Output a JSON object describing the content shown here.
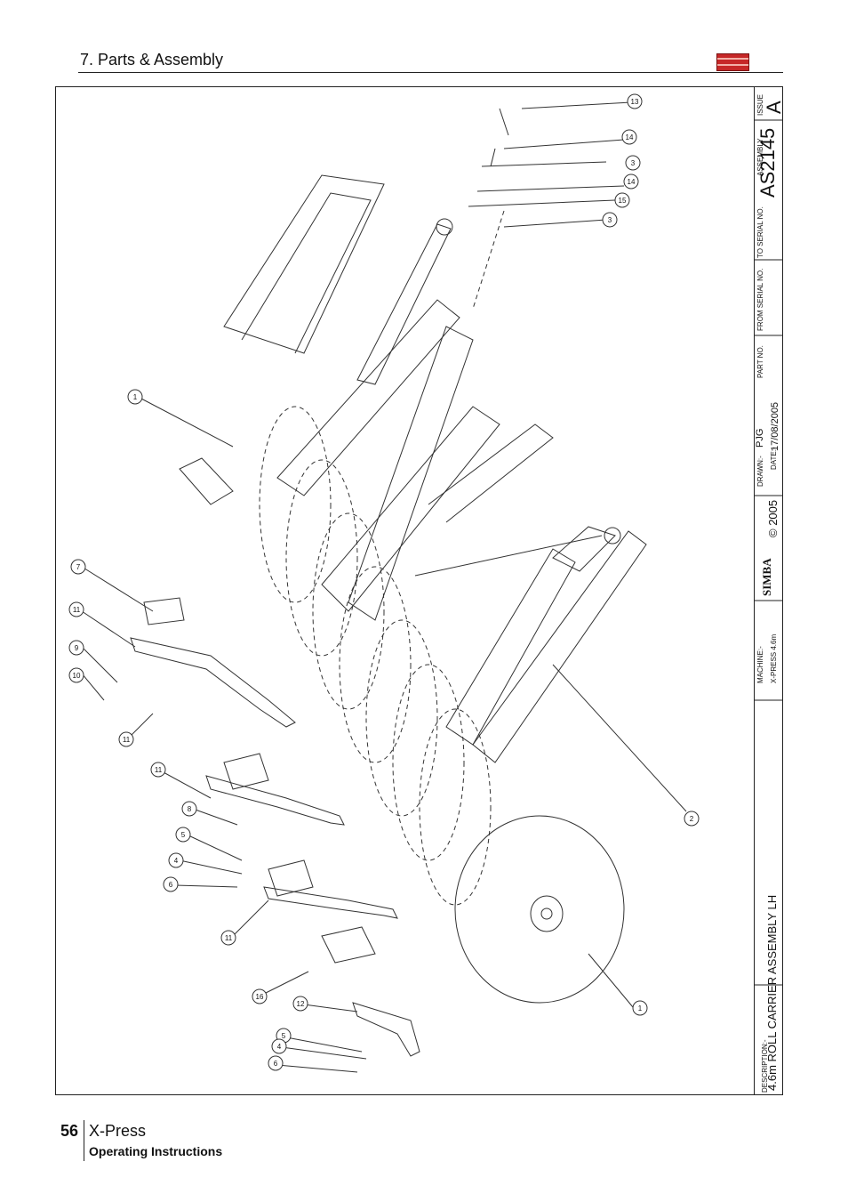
{
  "header": {
    "section": "7. Parts & Assembly"
  },
  "title_block": {
    "description_label": "DESCRIPTION:-",
    "description": "4.6m ROLL CARRIER ASSEMBLY LH",
    "machine_label": "MACHINE:-",
    "machine": "X-PRESS 4.6m",
    "brand": "SIMBA",
    "copyright": "© 2005",
    "drawn_label": "DRAWN:-",
    "drawn": "PJG",
    "date_label": "DATE:-",
    "date": "17/08/2005",
    "part_no_label": "PART NO.",
    "from_serial_label": "FROM SERIAL NO.",
    "to_serial_label": "TO SERIAL NO.",
    "assembly_label": "ASSEMBLY",
    "assembly": "AS2145",
    "issue_label": "ISSUE",
    "issue": "A"
  },
  "callouts": [
    "13",
    "14",
    "3",
    "14",
    "15",
    "3",
    "1",
    "7",
    "11",
    "9",
    "10",
    "11",
    "11",
    "8",
    "5",
    "4",
    "6",
    "11",
    "16",
    "12",
    "5",
    "4",
    "6",
    "2",
    "1"
  ],
  "footer": {
    "page": "56",
    "product": "X-Press",
    "subtitle": "Operating Instructions"
  }
}
